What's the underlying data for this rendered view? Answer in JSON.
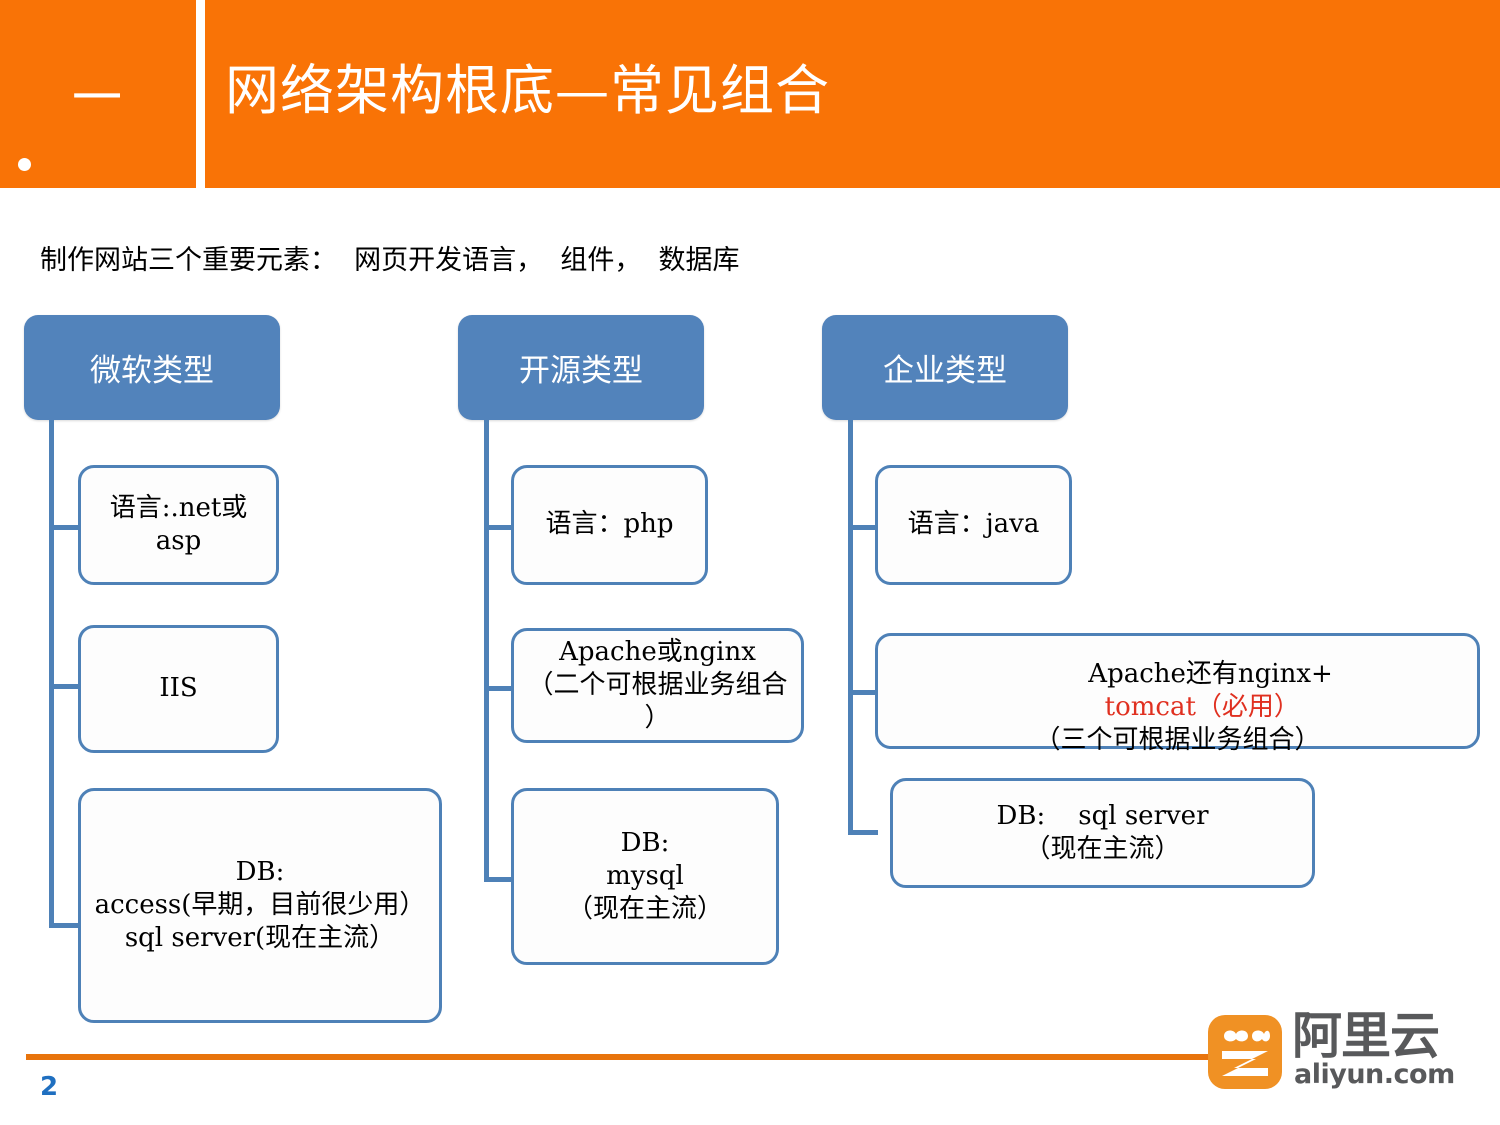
{
  "header": {
    "number": "一",
    "title": "网络架构根底—常见组合",
    "bar_color": "#F97306",
    "text_color": "#FFFFFF"
  },
  "subtitle": "制作网站三个重要元素：  网页开发语言，  组件，  数据库",
  "columns": [
    {
      "id": "microsoft",
      "header_label": "微软类型",
      "nodes": [
        {
          "name": "language",
          "lines": [
            "语言:.net或",
            "asp"
          ]
        },
        {
          "name": "webserver",
          "lines": [
            "IIS"
          ]
        },
        {
          "name": "database",
          "lines": [
            "DB:",
            "access(早期，目前很少用）",
            "sql server(现在主流）"
          ]
        }
      ]
    },
    {
      "id": "opensource",
      "header_label": "开源类型",
      "nodes": [
        {
          "name": "language",
          "lines": [
            "语言：php"
          ]
        },
        {
          "name": "webserver",
          "lines": [
            "Apache或nginx",
            "（二个可根据业务组合",
            "）"
          ]
        },
        {
          "name": "database",
          "lines": [
            "DB:",
            "mysql",
            "（现在主流）"
          ]
        }
      ]
    },
    {
      "id": "enterprise",
      "header_label": "企业类型",
      "nodes": [
        {
          "name": "language",
          "lines": [
            "语言：java"
          ]
        },
        {
          "name": "webserver",
          "lines": [
            "Apache还有nginx+|tomcat（必用）",
            "（三个可根据业务组合）"
          ],
          "red_segment": "tomcat（必用）"
        },
        {
          "name": "database",
          "lines": [
            "DB:    sql server",
            "（现在主流）"
          ]
        }
      ]
    }
  ],
  "theme": {
    "box_border": "#4E81B7",
    "header_fill": "#5283BB",
    "accent_red": "#E03020",
    "footer_rule": "#E8740C",
    "page_number_color": "#1F6FC0"
  },
  "footer": {
    "page_number": "2",
    "logo_cn": "阿里云",
    "logo_en": "aliyun.com"
  }
}
